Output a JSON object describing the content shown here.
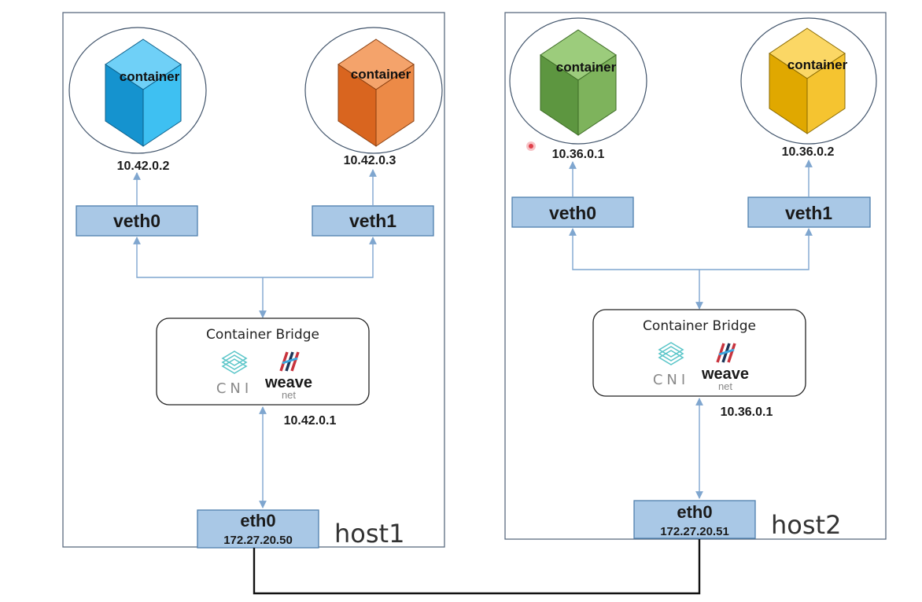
{
  "colors": {
    "box_border": "#5a6b7f",
    "veth_fill": "#a9c8e6",
    "veth_border": "#4f7fad",
    "arrow": "#7fa6cf",
    "cube_blue": "#1ea7e6",
    "cube_orange": "#e8782d",
    "cube_green": "#6aa84f",
    "cube_yellow": "#f2bd1b",
    "link": "#111111",
    "pointer": "#e0404a"
  },
  "host1": {
    "label": "host1",
    "containers": [
      {
        "label": "container",
        "ip": "10.42.0.2",
        "color": "blue"
      },
      {
        "label": "container",
        "ip": "10.42.0.3",
        "color": "orange"
      }
    ],
    "veths": [
      "veth0",
      "veth1"
    ],
    "bridge": {
      "title": "Container Bridge",
      "cni": "CNI",
      "weave": "weave",
      "net": "net",
      "ip": "10.42.0.1"
    },
    "eth": {
      "label": "eth0",
      "ip": "172.27.20.50"
    }
  },
  "host2": {
    "label": "host2",
    "containers": [
      {
        "label": "container",
        "ip": "10.36.0.1",
        "color": "green"
      },
      {
        "label": "container",
        "ip": "10.36.0.2",
        "color": "yellow"
      }
    ],
    "veths": [
      "veth0",
      "veth1"
    ],
    "bridge": {
      "title": "Container Bridge",
      "cni": "CNI",
      "weave": "weave",
      "net": "net",
      "ip": "10.36.0.1"
    },
    "eth": {
      "label": "eth0",
      "ip": "172.27.20.51"
    }
  },
  "icons": {
    "cni": "cni-logo-icon",
    "weave": "weave-net-logo-icon",
    "cube": "container-cube-icon",
    "pointer": "cursor-dot-icon"
  }
}
